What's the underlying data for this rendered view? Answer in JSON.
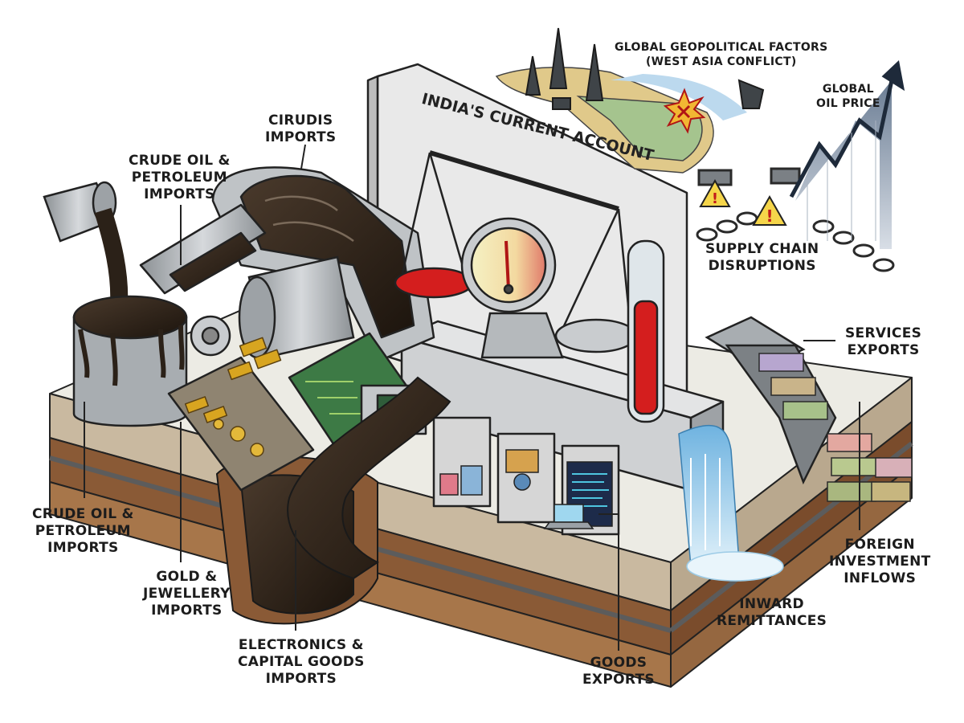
{
  "title": "INDIA'S CURRENT ACCOUNT",
  "labels": {
    "cirudis_imports": [
      "CIRUDIS",
      "IMPORTS"
    ],
    "crude_oil_top": [
      "CRUDE OIL &",
      "PETROLEUM",
      "IMPORTS"
    ],
    "crude_oil_left": [
      "CRUDE OIL &",
      "PETROLEUM",
      "IMPORTS"
    ],
    "gold": [
      "GOLD &",
      "JEWELLERY",
      "IMPORTS"
    ],
    "electronics": [
      "ELECTRONICS &",
      "CAPITAL GOODS",
      "IMPORTS"
    ],
    "goods_exports": [
      "GOODS",
      "EXPORTS"
    ],
    "inward_remittances": [
      "INWARD",
      "REMITTANCES"
    ],
    "foreign_investment": [
      "FOREIGN",
      "INVESTMENT",
      "INFLOWS"
    ],
    "services_exports": [
      "SERVICES",
      "EXPORTS"
    ],
    "supply_chain": [
      "SUPPLY CHAIN",
      "DISRUPTIONS"
    ],
    "global_oil_price": [
      "GLOBAL",
      "OIL PRICE"
    ],
    "geopolitical": [
      "GLOBAL GEOPOLITICAL FACTORS",
      "(WEST ASIA CONFLICT)"
    ]
  },
  "colors": {
    "oil": "#2b2118",
    "metal": "#b9bcbf",
    "metal_dark": "#6f7478",
    "gold": "#d8a520",
    "board": "#efefef",
    "red": "#d41e1e",
    "water": "#8cc6e8",
    "map_land": "#a5c48e",
    "map_desert": "#e0c98a",
    "map_sea": "#bcd9ee",
    "circuit": "#3d7a45",
    "earth": "#8a5a36"
  },
  "icons": [
    "oil-bucket-icon",
    "balance-scale-icon",
    "pressure-gauge-icon",
    "red-thermometer-icon",
    "oil-derrick-icon",
    "explosion-icon",
    "warning-sign-icon",
    "broken-chain-icon",
    "rising-arrow-icon",
    "cash-stack-icon",
    "laptop-icon",
    "gold-bar-icon"
  ]
}
